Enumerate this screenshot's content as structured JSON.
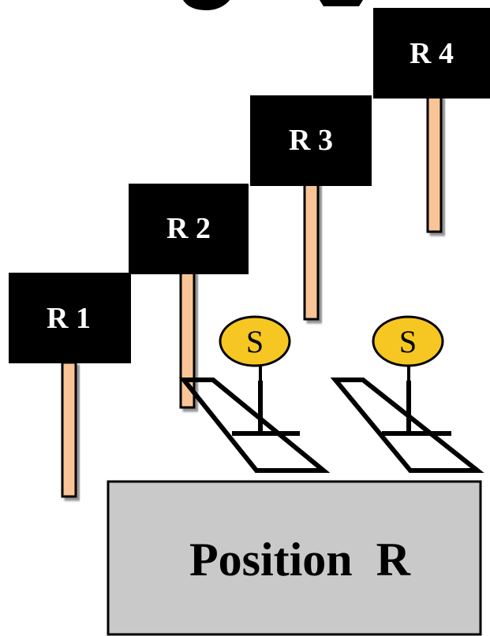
{
  "signs": [
    {
      "label": "R 1"
    },
    {
      "label": "R 2"
    },
    {
      "label": "R 3"
    },
    {
      "label": "R 4"
    }
  ],
  "seats": [
    {
      "label": "S"
    },
    {
      "label": "S"
    }
  ],
  "position_box": {
    "label": "Position  R"
  },
  "colors": {
    "sign_background": "#000000",
    "sign_text": "#ffffff",
    "post_fill": "#f9c596",
    "seat_fill": "#f6c722",
    "box_fill": "#c9c9c9",
    "outline": "#000000"
  }
}
